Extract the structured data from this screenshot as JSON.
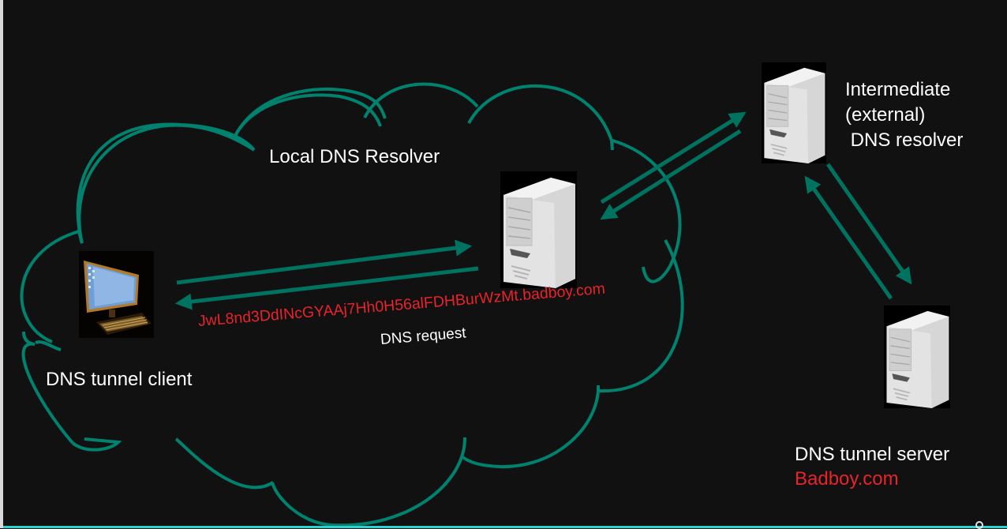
{
  "colors": {
    "background": "#111111",
    "cloud_stroke": "#00826e",
    "arrow": "#007260",
    "label_text": "#ffffff",
    "highlight_red": "#e8232a",
    "bottom_rule": "#2ad1d1"
  },
  "labels": {
    "local_resolver": "Local DNS Resolver",
    "intermediate_resolver": "Intermediate\n(external)\n DNS resolver",
    "tunnel_client": "DNS tunnel client",
    "tunnel_server": "DNS tunnel server",
    "tunnel_server_domain": "Badboy.com",
    "payload_query": "JwL8nd3DdINcGYAAj7Hh0H56alFDHBurWzMt.badboy.com",
    "dns_request": "DNS request"
  },
  "icons": {
    "client": "desktop-computer-icon",
    "local_resolver": "server-tower-icon",
    "intermediate_resolver": "server-tower-icon",
    "tunnel_server": "server-tower-icon"
  }
}
